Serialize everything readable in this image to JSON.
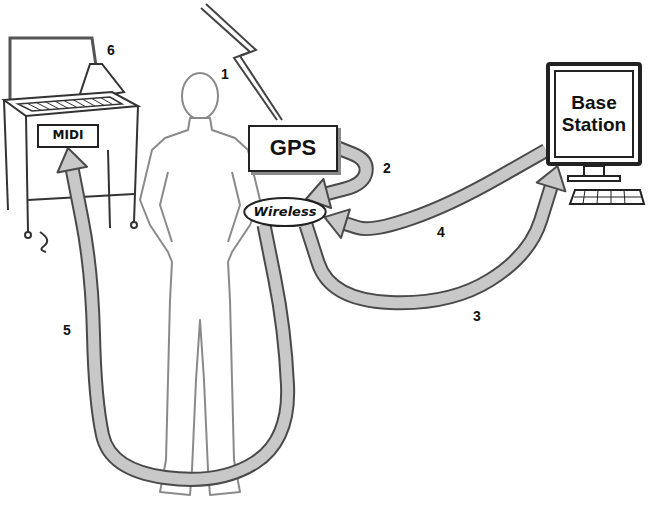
{
  "diagram": {
    "nodes": [
      {
        "text": [
          "GPS"
        ]
      },
      {
        "text": [
          "Wireless"
        ]
      },
      {
        "text": [
          "Base Station"
        ]
      },
      {
        "text": [
          "MIDI"
        ]
      }
    ],
    "edges": [
      {
        "from": 0,
        "to": 1,
        "arrow": "to",
        "label": "2"
      },
      {
        "from": 1,
        "to": 2,
        "arrow": "to",
        "label": "3"
      },
      {
        "from": 2,
        "to": 1,
        "arrow": "to",
        "label": "4"
      },
      {
        "from": 1,
        "to": 3,
        "arrow": "to",
        "label": "5"
      }
    ],
    "labels": [
      "1",
      "6"
    ]
  }
}
